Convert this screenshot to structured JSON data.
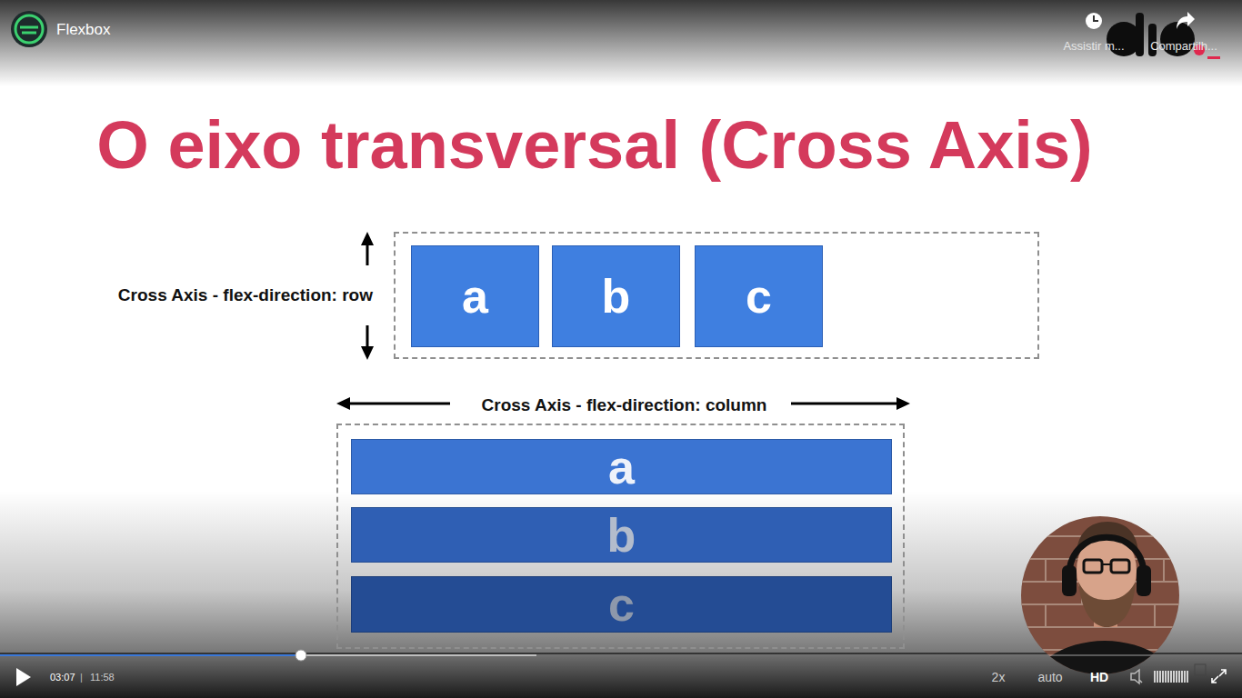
{
  "diagram": {
    "title": "O eixo transversal (Cross Axis)",
    "nodes": [
      {
        "text": [
          "Cross Axis - flex-direction: row"
        ]
      },
      {
        "text": [
          "a"
        ],
        "in": 0
      },
      {
        "text": [
          "b"
        ],
        "in": 0
      },
      {
        "text": [
          "c"
        ],
        "in": 0
      },
      {
        "text": [
          "Cross Axis - flex-direction: column"
        ]
      },
      {
        "text": [
          "a"
        ],
        "in": 4
      },
      {
        "text": [
          "b"
        ],
        "in": 4
      },
      {
        "text": [
          "c"
        ],
        "in": 4
      }
    ],
    "labels": [
      "Flexbox",
      "Assistir m...",
      "Compartilh...",
      "03:07",
      "|",
      "11:58",
      "2x",
      "auto",
      "HD"
    ]
  }
}
